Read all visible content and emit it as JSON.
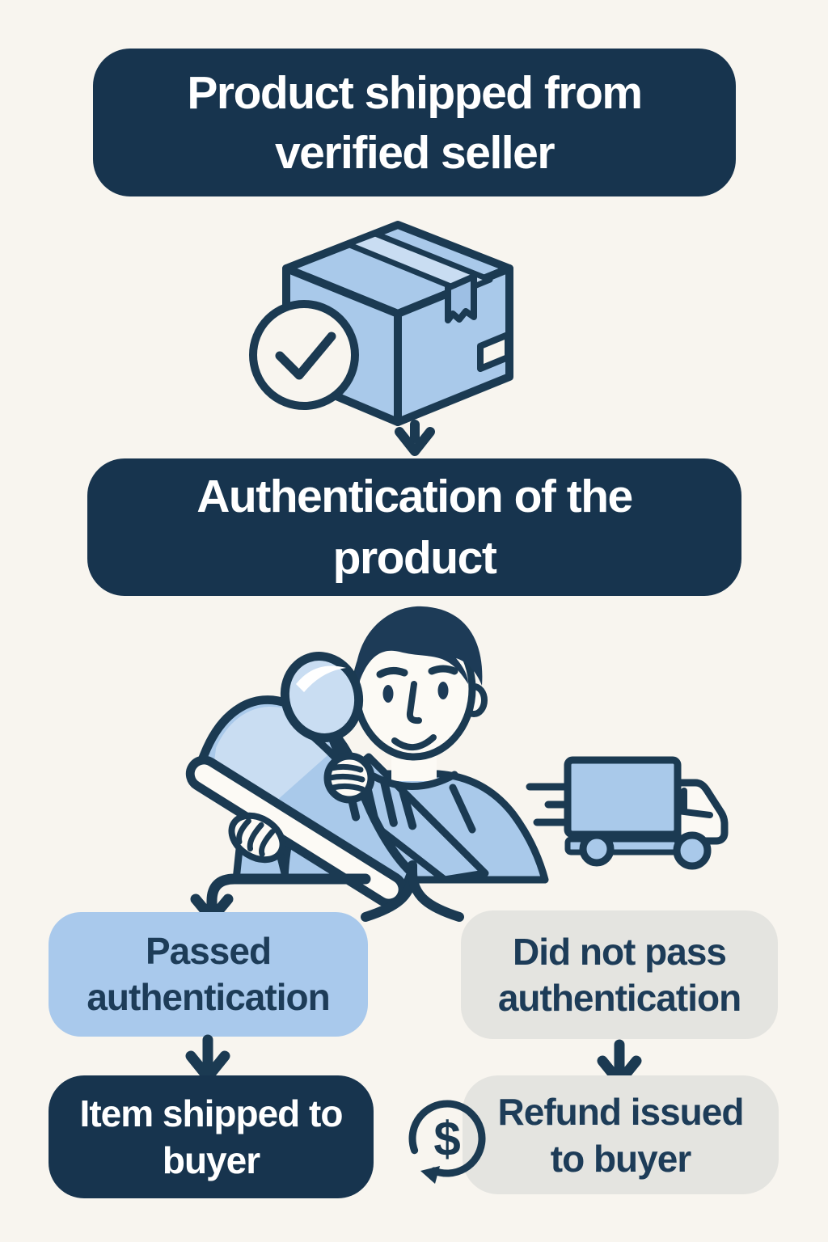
{
  "diagram": {
    "type": "flowchart",
    "background": "#f8f5ef",
    "palette": {
      "navy": "#17344e",
      "outline_navy": "#1b3a52",
      "light_blue": "#a9c9ec",
      "pale_blue": "#c9ddf2",
      "gray": "#e4e4e0",
      "text_on_dark": "#ffffff",
      "text_on_light": "#1d3c58"
    },
    "nodes": {
      "step1": {
        "label": "Product shipped from verified seller",
        "style": "dark"
      },
      "step2": {
        "label": "Authentication of the product",
        "style": "dark"
      },
      "branch_pass": {
        "label": "Passed authentication",
        "style": "blue"
      },
      "branch_fail": {
        "label": "Did not pass authentication",
        "style": "gray"
      },
      "outcome_pass": {
        "label": "Item shipped to buyer",
        "style": "dark"
      },
      "outcome_fail": {
        "label": "Refund issued to buyer",
        "style": "gray"
      }
    },
    "icons": {
      "package_check": "shipping box with verified checkmark badge",
      "inspector": "person examining sneaker with magnifying glass",
      "truck": "fast delivery truck",
      "refund_dollar": "dollar sign in circular refund arrow",
      "refund_symbol": "$"
    }
  }
}
